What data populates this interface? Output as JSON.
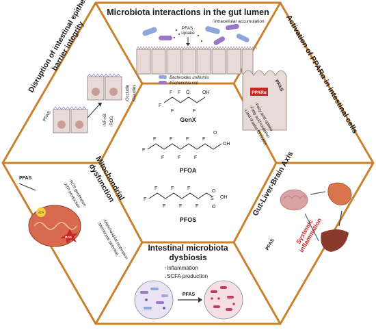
{
  "colors": {
    "border": "#c8822c",
    "cell": "#e8dad6",
    "cell_dark": "#c79d93",
    "nucleus": "#c89f98",
    "arrow_red": "#b5432f",
    "bacteria_blue": "#8fa6d8",
    "bacteria_purple": "#9a78c8",
    "mito": "#d76a4d",
    "ros_red": "#c62828",
    "liver": "#8a3a2a",
    "intestine": "#d9744d",
    "brain": "#d9a3a3"
  },
  "panels": {
    "top": {
      "title": "Microbiota interactions in the gut lumen",
      "pfas_uptake": "PFAS\nuptake",
      "annotation": "↑intracellular accumulation",
      "legend": [
        {
          "label": "Bacteroides uniformis"
        },
        {
          "label": "Escherichia coli"
        }
      ]
    },
    "top_left": {
      "title_line1": "Disruption of intestinal epithelial",
      "title_line2": "barrier integrity",
      "pfas": "PFAS",
      "effects_up": [
        "NF-κB",
        "ROS"
      ],
      "effects_down": [
        "Occludin",
        "Claudins"
      ]
    },
    "top_right": {
      "title": "Activation of PPARα in intestinal cells",
      "pfas": "PFAS",
      "ppar_label": "PPARα",
      "effects": [
        "Fatty acid uptake",
        "Fatty acid oxidation",
        "Lipid droplet formation"
      ]
    },
    "bottom_left": {
      "title_line1": "Mitochondrial",
      "title_line2": "dysfunction",
      "pfas": "PFAS",
      "effects_up": [
        "ROS generation"
      ],
      "effects_down": [
        "ATP production",
        "Mitochondrial respiration",
        "Membrane potential"
      ],
      "atp_label": "ATP",
      "ros_label": "ROS"
    },
    "bottom_right": {
      "title": "Gut-Liver-Brain Axis",
      "pfas": "PFAS",
      "inflammation": "Systemic\ninflammation"
    },
    "bottom": {
      "title_line1": "Intestinal microbiota",
      "title_line2": "dysbiosis",
      "effects": [
        {
          "direction": "up",
          "label": "Inflammation"
        },
        {
          "direction": "down",
          "label": "SCFA production"
        }
      ],
      "pfas": "PFAS"
    },
    "center": {
      "compounds": [
        {
          "name": "GenX"
        },
        {
          "name": "PFOA"
        },
        {
          "name": "PFOS"
        }
      ],
      "atoms": {
        "F": "F",
        "O": "O",
        "OH": "OH",
        "S": "S"
      }
    }
  }
}
